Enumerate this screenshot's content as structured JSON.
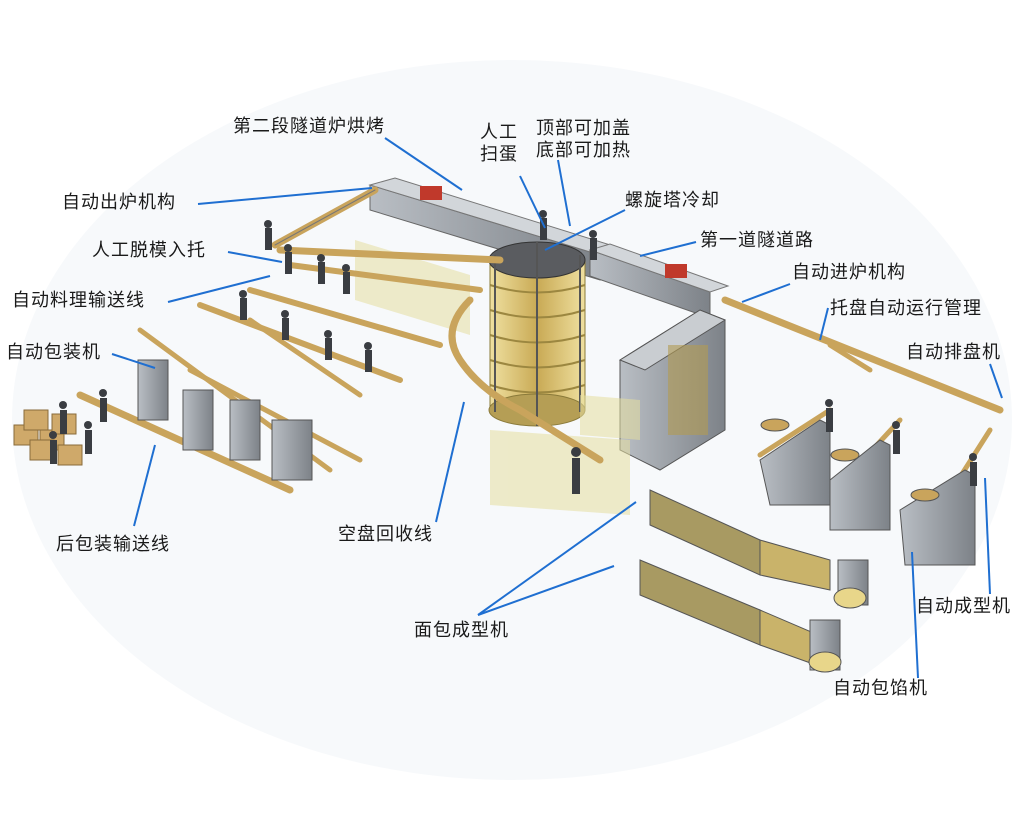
{
  "labels": {
    "tunnel_oven_stage2": "第二段隧道炉烘烤",
    "manual_egg": "人工\n扫蛋",
    "top_bottom_heat": "顶部可加盖\n底部可加热",
    "auto_outfeed": "自动出炉机构",
    "spiral_cooling": "螺旋塔冷却",
    "manual_demold": "人工脱模入托",
    "tunnel_stage1": "第一道隧道路",
    "auto_infeed": "自动进炉机构",
    "auto_conveyor_prep": "自动料理输送线",
    "tray_management": "托盘自动运行管理",
    "auto_packing": "自动包装机",
    "auto_tray_arrange": "自动排盘机",
    "post_pack_conveyor": "后包装输送线",
    "empty_tray_return": "空盘回收线",
    "auto_forming": "自动成型机",
    "bread_forming": "面包成型机",
    "auto_encrusting": "自动包馅机"
  },
  "colors": {
    "leader_line": "#1f6fd1",
    "machine_gray": "#9aa0a6",
    "machine_dark": "#6b7076",
    "conveyor": "#c9a45c",
    "spiral_gold": "#d8c27a",
    "enclosure": "#e8e2a8",
    "person": "#3a3d42"
  },
  "icons": [
    "factory-line-illustration"
  ]
}
